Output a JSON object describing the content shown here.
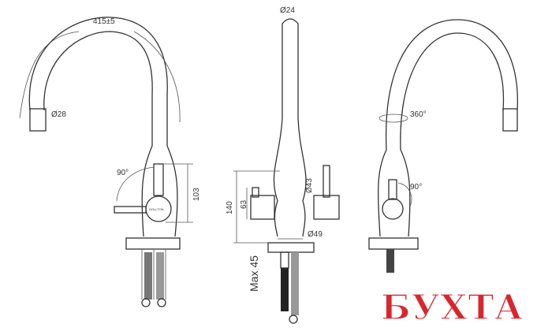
{
  "diagram": {
    "left_view": {
      "reach": "415±5",
      "spout_diameter": "Ø28",
      "lever_angle": "90°",
      "lever_height": "103",
      "brand": "DOLLTON"
    },
    "front_view": {
      "top_diameter": "Ø24",
      "total_body_height": "140",
      "handle_height": "63",
      "body_diameter": "Ø43",
      "base_diameter": "Ø49",
      "max_counter_thickness": "Max 45"
    },
    "right_view": {
      "rotation_angle": "360°",
      "lever_angle": "90°"
    }
  },
  "watermark": {
    "text": "БУХТА",
    "color": "#d9262c",
    "outline": "#ffffff"
  }
}
